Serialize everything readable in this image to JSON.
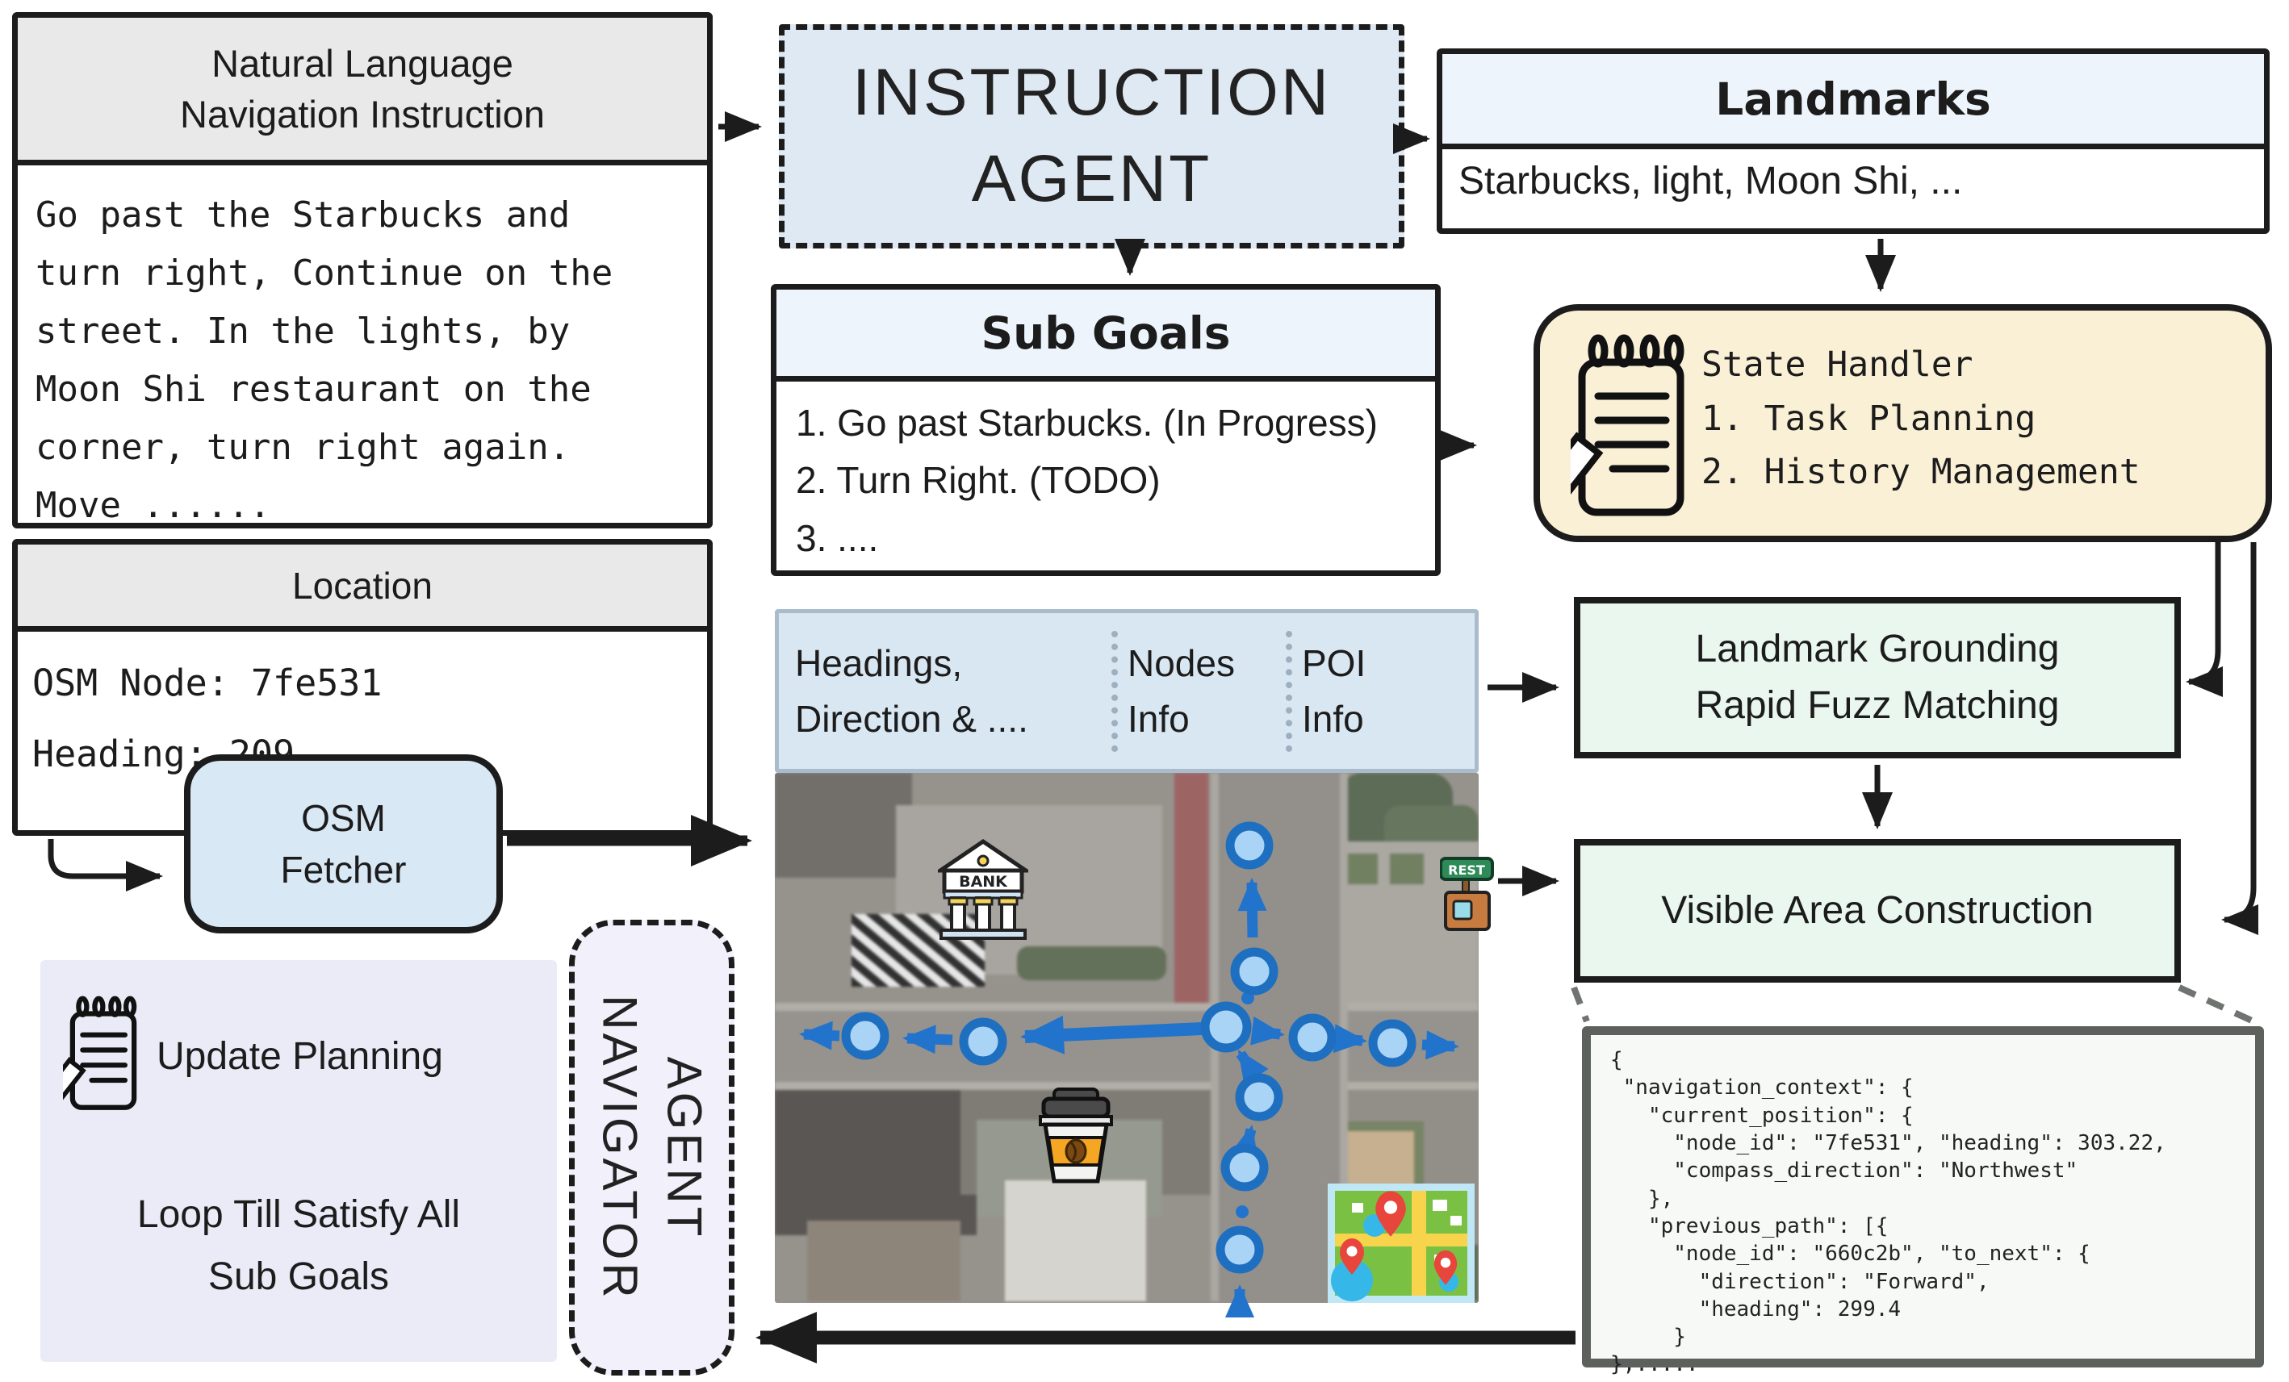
{
  "nl": {
    "title": "Natural Language\nNavigation Instruction",
    "body": "Go past the Starbucks and\nturn right, Continue on the\nstreet. In the lights, by\nMoon Shi restaurant on the\ncorner, turn right again.\nMove ......"
  },
  "location": {
    "title": "Location",
    "body": "OSM Node: 7fe531\nHeading: 209"
  },
  "ia": {
    "title": "INSTRUCTION\nAGENT"
  },
  "landmarks": {
    "title": "Landmarks",
    "body": "Starbucks, light, Moon Shi, ..."
  },
  "subgoals": {
    "title": "Sub Goals",
    "items": [
      "1. Go past Starbucks. (In Progress)",
      "2. Turn Right. (TODO)",
      "3. ...."
    ]
  },
  "state_handler": {
    "text": "State Handler\n1. Task Planning\n2. History Management"
  },
  "lg": {
    "label": "Landmark Grounding\nRapid Fuzz Matching"
  },
  "vac": {
    "label": "Visible Area Construction"
  },
  "strip": {
    "cols": [
      "Headings,\nDirection & ....",
      "Nodes\nInfo",
      "POI\nInfo"
    ]
  },
  "osm": {
    "label": "OSM\nFetcher"
  },
  "loop": {
    "update": "Update Planning",
    "loop": "Loop Till Satisfy All\nSub Goals"
  },
  "nav_agent": {
    "line1": "NAVIGATOR",
    "line2": "AGENT"
  },
  "code": {
    "text": "{\n \"navigation_context\": {\n   \"current_position\": {\n     \"node_id\": \"7fe531\", \"heading\": 303.22,\n     \"compass_direction\": \"Northwest\"\n   },\n   \"previous_path\": [{\n     \"node_id\": \"660c2b\", \"to_next\": {\n       \"direction\": \"Forward\",\n       \"heading\": 299.4\n     }\n},....."
  },
  "map": {
    "bank_label": "BANK",
    "rest_label": "REST"
  },
  "colors": {
    "node_fill": "#a9d4f5",
    "node_stroke": "#1e6fc0",
    "arrow_blue": "#2273cc",
    "box_blue": "#dfe9f3",
    "box_tan": "#faf0d6",
    "box_green": "#e9f7ee",
    "box_purple": "#ebebf8",
    "header_blue": "#edf4fb",
    "header_gray": "#e9e9e9"
  }
}
